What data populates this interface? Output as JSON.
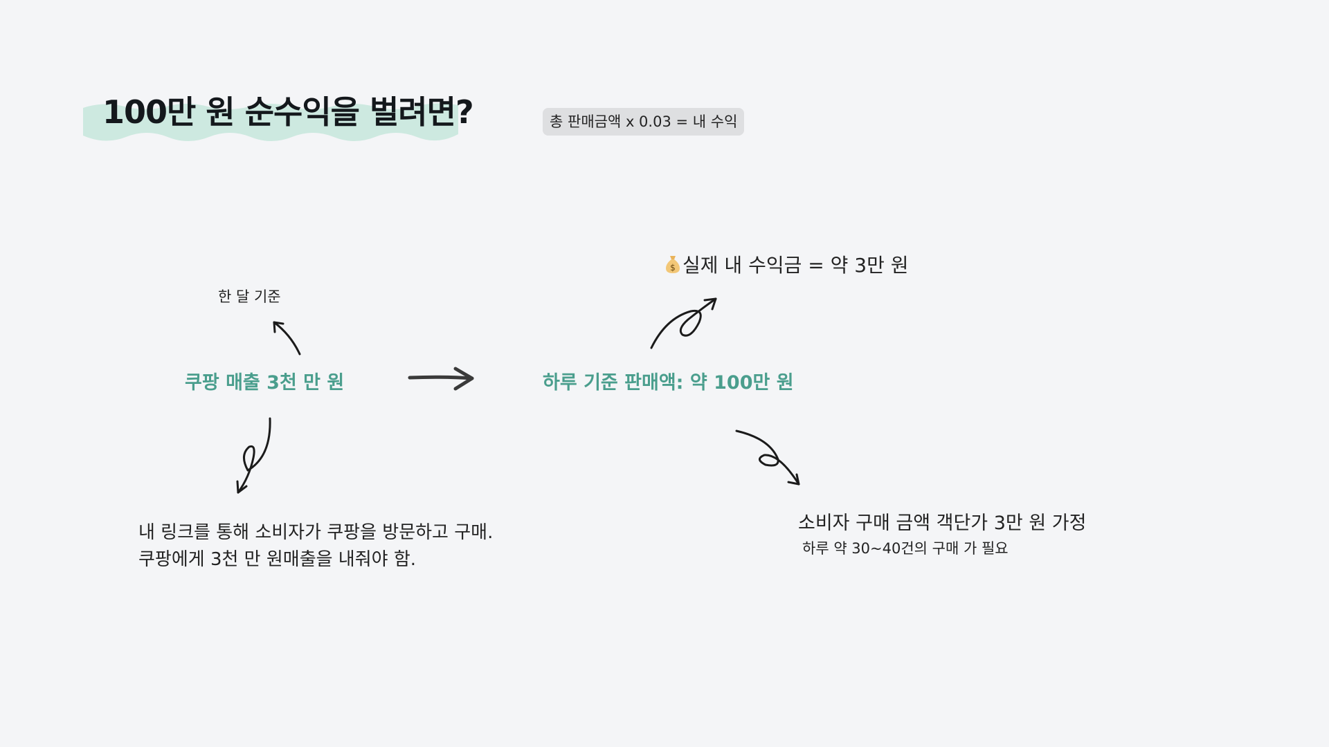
{
  "title": "100만 원 순수익을 벌려면?",
  "formula": "총 판매금액 x 0.03 = 내 수익",
  "colors": {
    "accent": "#4a9e8d",
    "title_highlight": "#cde9e0",
    "formula_bg": "#dedfe1",
    "background": "#f4f5f7"
  },
  "nodes": {
    "month_basis": "한 달 기준",
    "coupang_sales": "쿠팡 매출 3천 만 원",
    "daily_sales": "하루 기준 판매액: 약 100만 원",
    "actual_income": "실제 내 수익금 = 약 3만 원",
    "explain_line1": "내 링크를 통해 소비자가 쿠팡을 방문하고 구매.",
    "explain_line2": "쿠팡에게 3천 만 원매출을 내줘야 함.",
    "assumption": "소비자 구매 금액 객단가 3만 원 가정",
    "purchases_needed": "하루 약 30~40건의 구매 가 필요"
  },
  "icons": {
    "income_icon": "money-bag-icon"
  }
}
